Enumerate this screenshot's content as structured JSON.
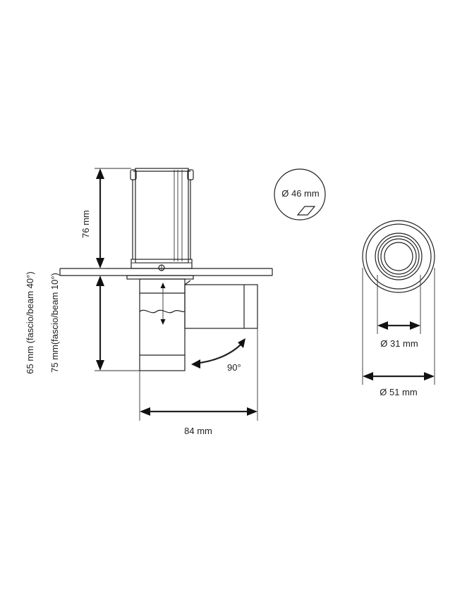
{
  "labels": {
    "height_top": "76 mm",
    "cutout_diameter": "Ø 46 mm",
    "height_40": "65 mm (fascio/beam 40°)",
    "height_10": "75 mm(fascio/beam 10°)",
    "tilt_angle": "90°",
    "width": "84 mm",
    "inner_diameter": "Ø 31 mm",
    "outer_diameter": "Ø 51 mm"
  }
}
